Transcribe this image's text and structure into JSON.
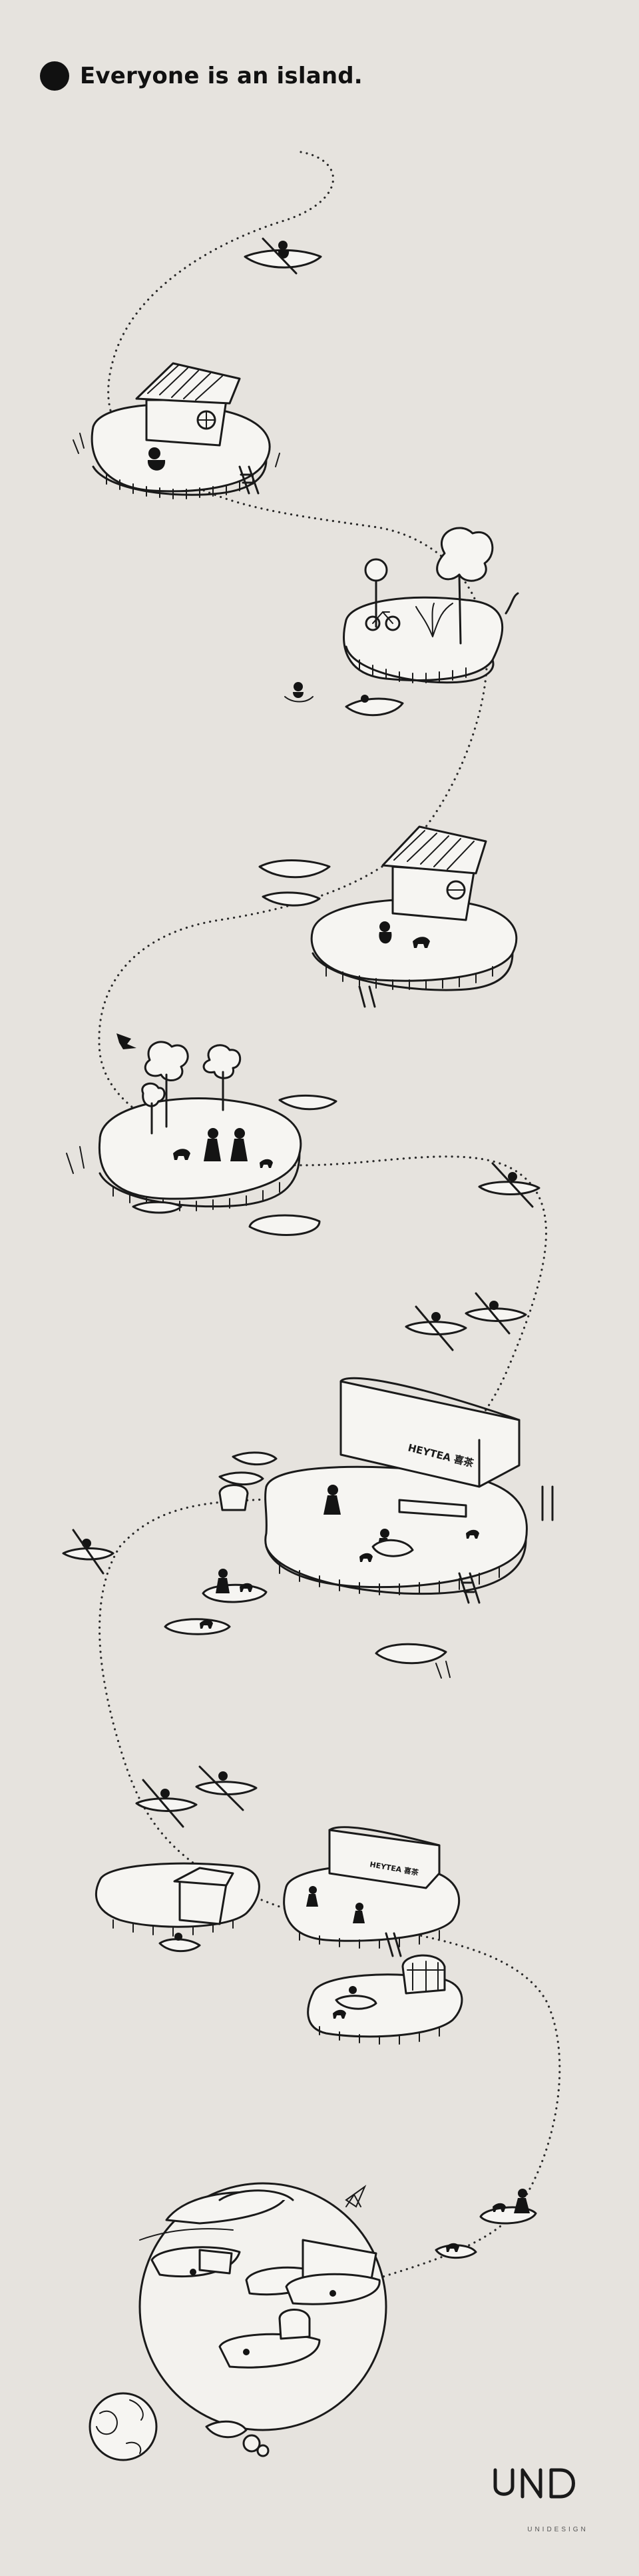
{
  "header": {
    "title": "Everyone is an island."
  },
  "signs": {
    "shop_large": "HEYTEA 喜茶",
    "shop_small": "HEYTEA 喜茶"
  },
  "logo": {
    "tagline": "UNIDESIGN"
  },
  "colors": {
    "background": "#e6e3de",
    "ink": "#1a1a1a",
    "paper": "#f6f5f2"
  }
}
